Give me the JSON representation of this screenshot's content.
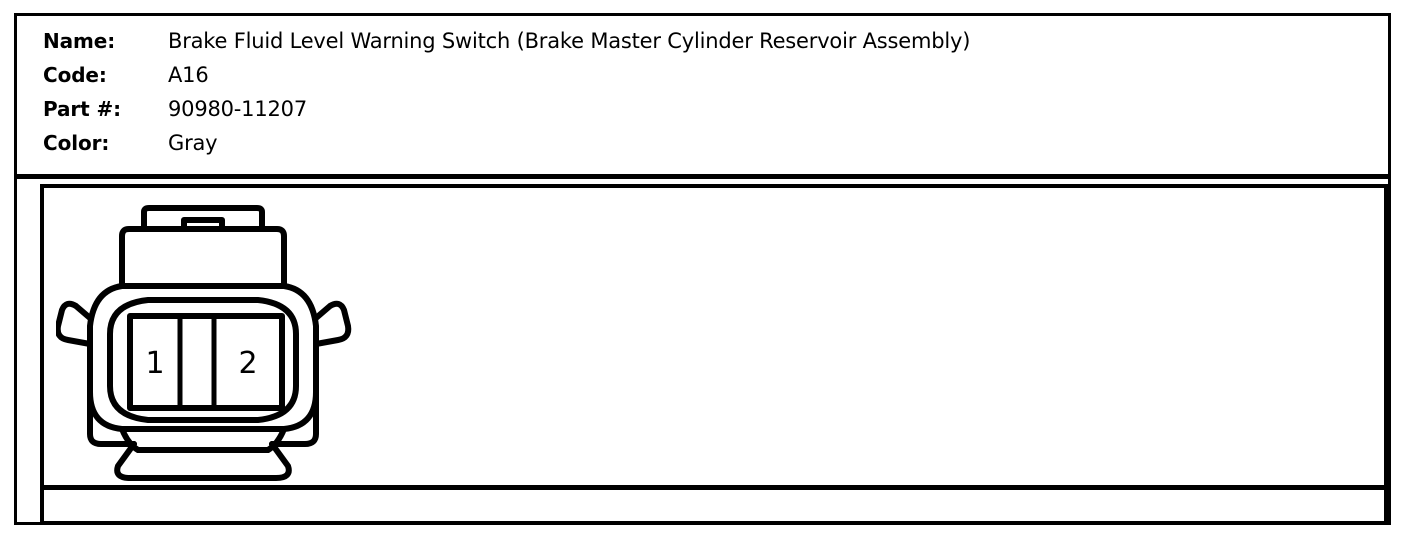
{
  "spec": {
    "rows": [
      {
        "label": "Name:",
        "value": "Brake Fluid Level Warning Switch (Brake Master Cylinder Reservoir Assembly)"
      },
      {
        "label": "Code:",
        "value": "A16"
      },
      {
        "label": "Part #:",
        "value": "90980-11207"
      },
      {
        "label": "Color:",
        "value": "Gray"
      }
    ]
  },
  "connector": {
    "caption": "",
    "pins": [
      {
        "number": "1"
      },
      {
        "number": "2"
      }
    ]
  },
  "colors": {
    "line": "#000000",
    "background": "#ffffff"
  }
}
